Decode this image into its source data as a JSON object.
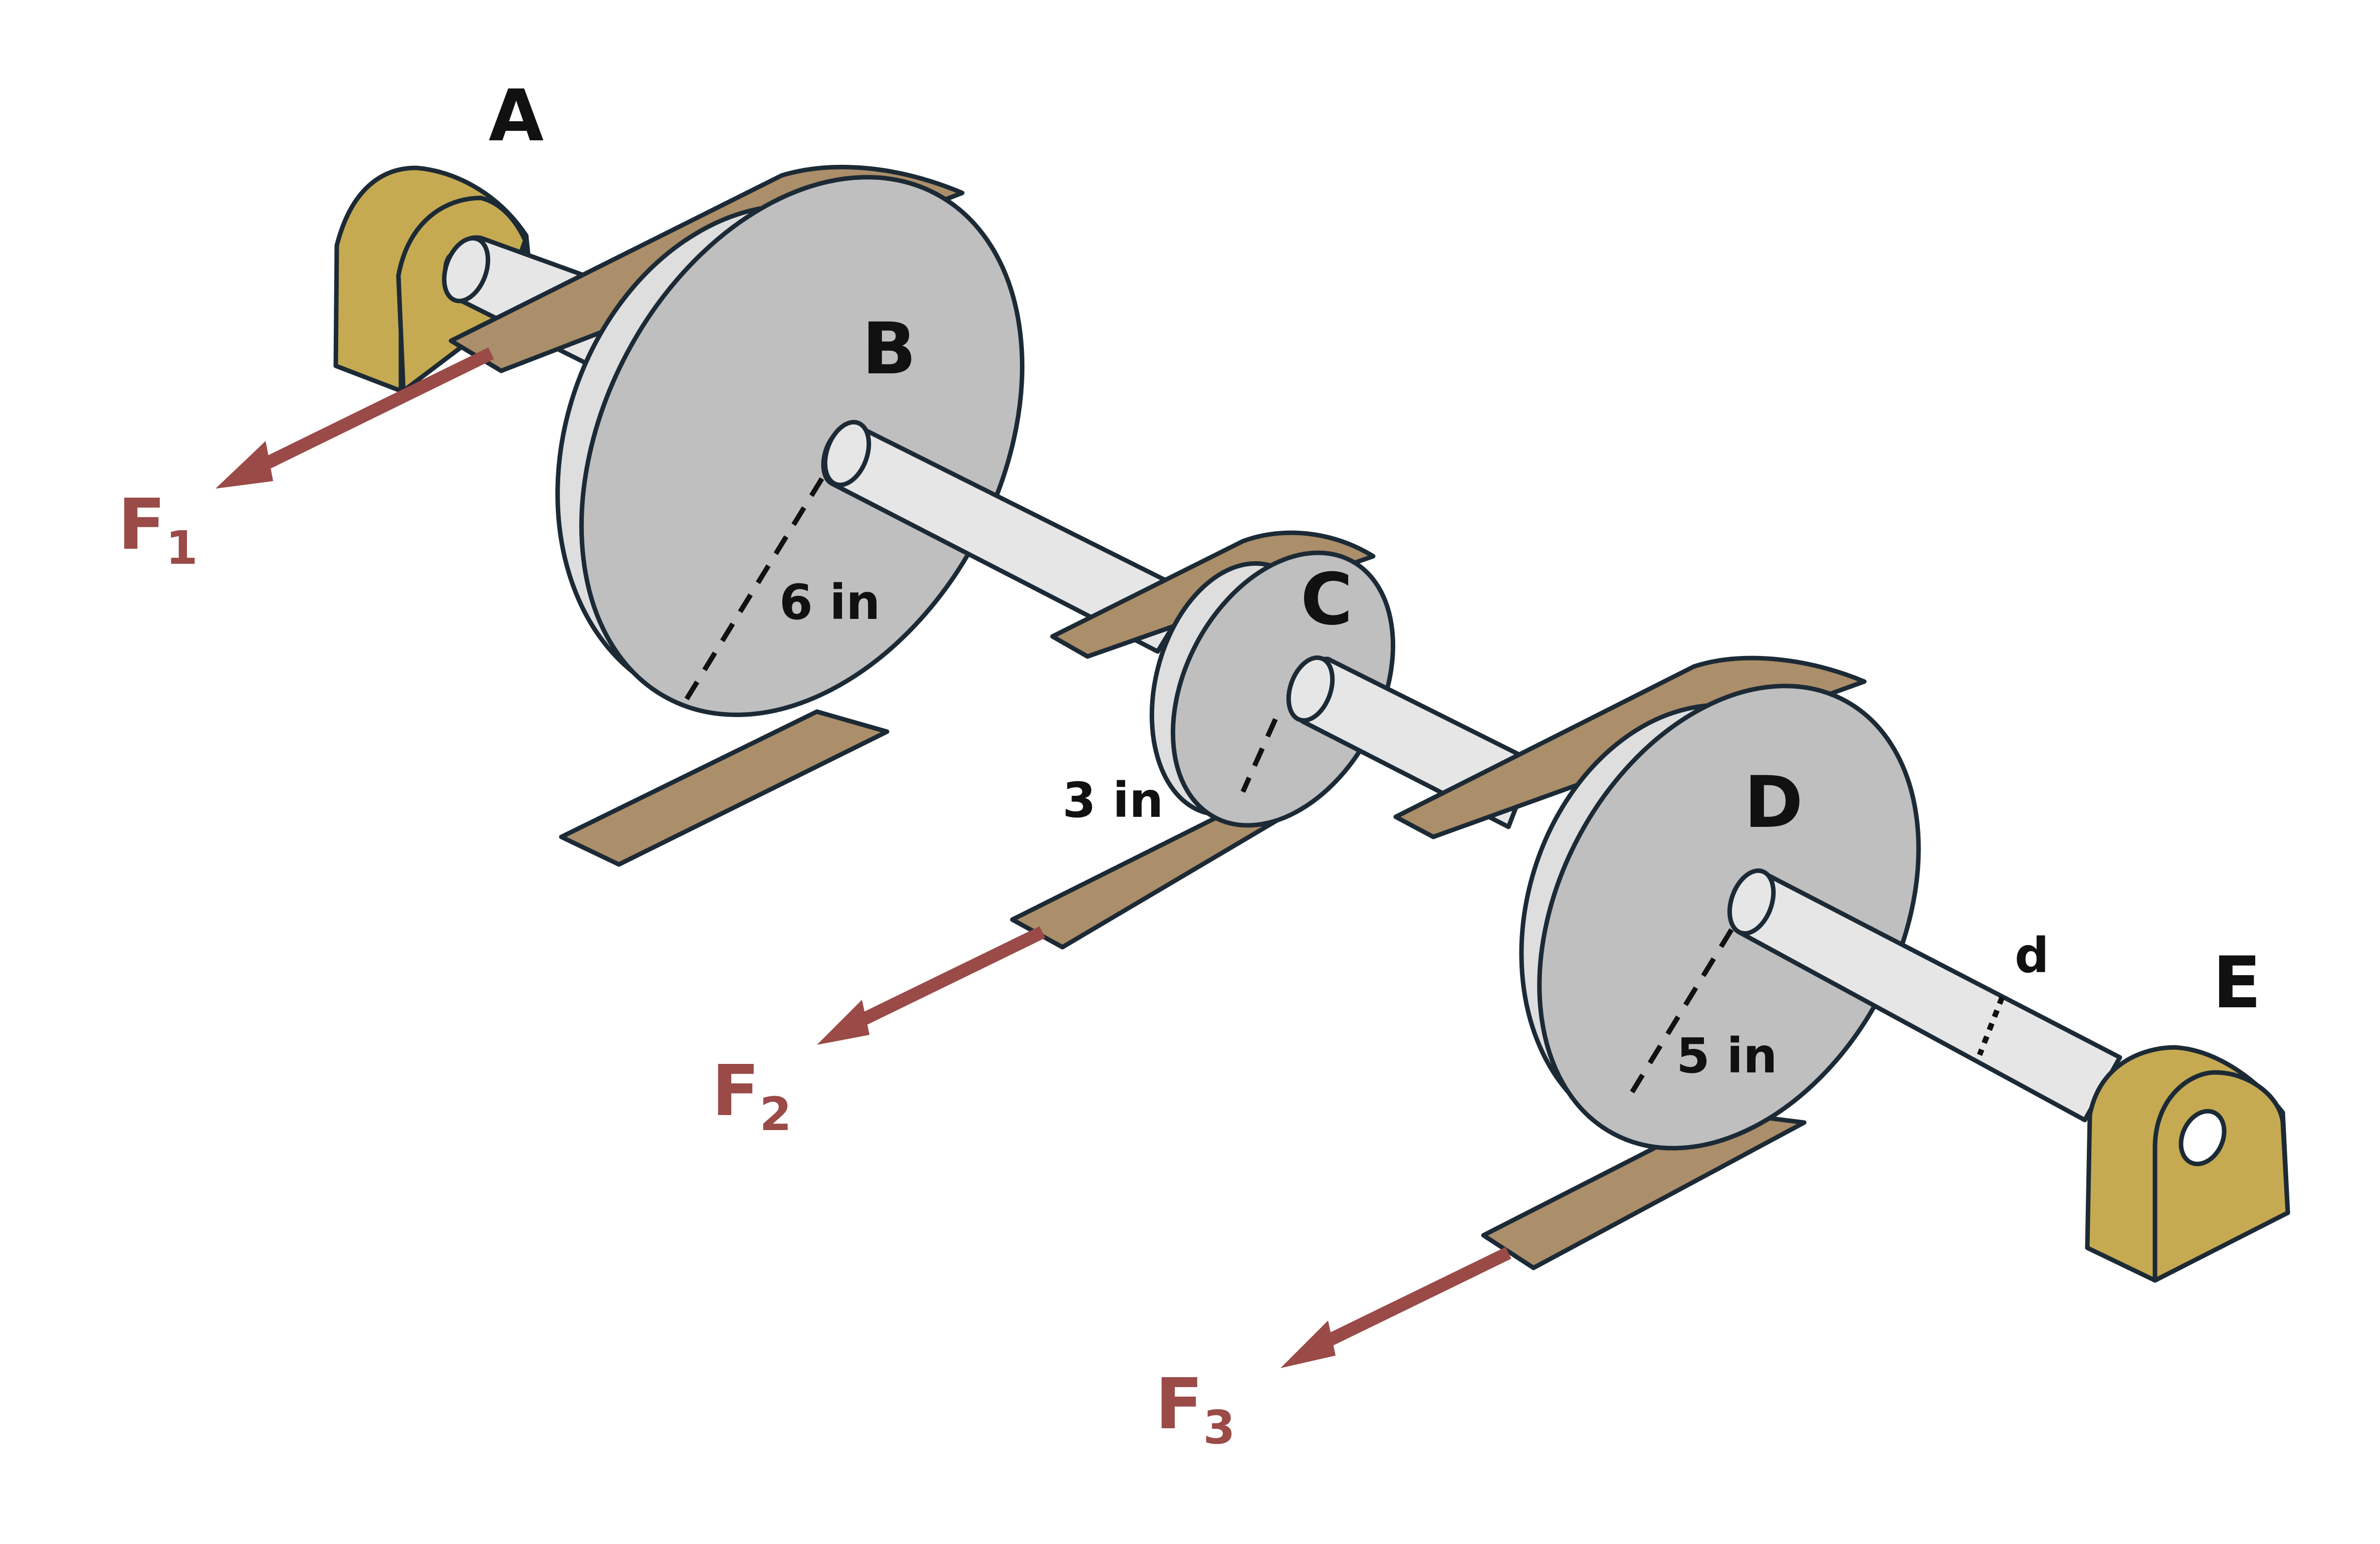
{
  "labels": {
    "A": "A",
    "B": "B",
    "C": "C",
    "D": "D",
    "E": "E",
    "d": "d"
  },
  "dimensions": {
    "B_radius": "6 in",
    "C_radius": "3 in",
    "D_radius": "5 in"
  },
  "forces": [
    {
      "name": "F",
      "sub": "1"
    },
    {
      "name": "F",
      "sub": "2"
    },
    {
      "name": "F",
      "sub": "3"
    }
  ],
  "colors": {
    "pulley": "#bfbfbf",
    "pulley_rim": "#dedede",
    "shaft": "#e6e6e6",
    "belt": "#ab8e6a",
    "bearing": "#c6aa52",
    "force": "#9a4a47",
    "outline": "#1c2a36"
  }
}
